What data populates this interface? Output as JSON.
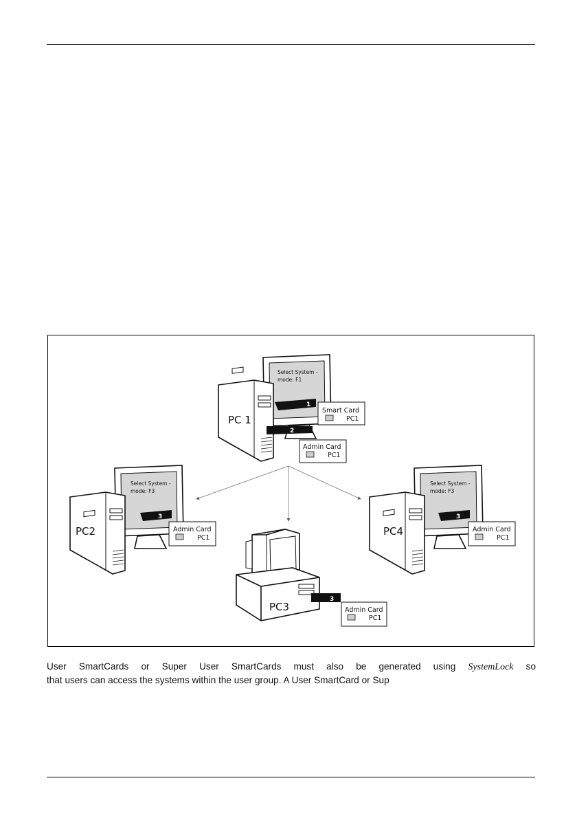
{
  "diagram": {
    "pc1": {
      "label": "PC 1",
      "screen_line1": "Select System -",
      "screen_line2": "mode: F1",
      "step_in": "1",
      "step_out": "2",
      "smart_card": {
        "title": "Smart Card",
        "pc": "PC1"
      },
      "admin_card": {
        "title": "Admin Card",
        "pc": "PC1"
      }
    },
    "pc2": {
      "label": "PC2",
      "screen_line1": "Select System -",
      "screen_line2": "mode: F3",
      "step": "3",
      "card": {
        "title": "Admin Card",
        "pc": "PC1"
      }
    },
    "pc3": {
      "label": "PC3",
      "step": "3",
      "card": {
        "title": "Admin Card",
        "pc": "PC1"
      }
    },
    "pc4": {
      "label": "PC4",
      "screen_line1": "Select System -",
      "screen_line2": "mode: F3",
      "step": "3",
      "card": {
        "title": "Admin Card",
        "pc": "PC1"
      }
    }
  },
  "body": {
    "line1_before": "User SmartCards or Super User SmartCards must also be generated using ",
    "line1_italic": "SystemLock",
    "line1_after": " so",
    "line2": "that users can access the systems within the user group. A User SmartCard or Sup"
  }
}
